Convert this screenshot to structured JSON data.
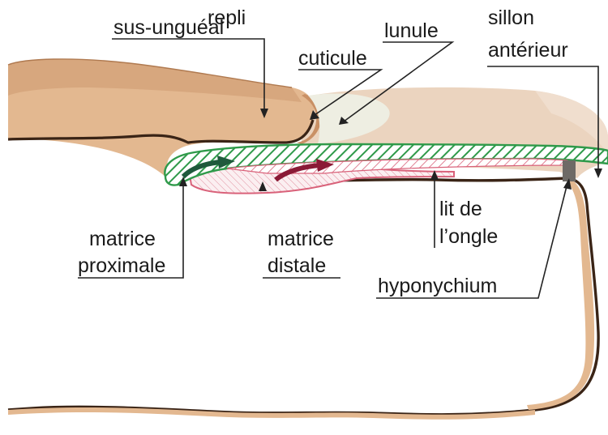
{
  "labels": {
    "repli_line1": "repli",
    "repli_line2": "sus-unguéal",
    "lunule": "lunule",
    "cuticule": "cuticule",
    "sillon_line1": "sillon",
    "sillon_line2": "antérieur",
    "matrice_proximale_line1": "matrice",
    "matrice_proximale_line2": "proximale",
    "matrice_distale_line1": "matrice",
    "matrice_distale_line2": "distale",
    "lit_line1": "lit de",
    "lit_line2": "l’ongle",
    "hyponychium": "hyponychium"
  },
  "colors": {
    "skin": "#e3b890",
    "skin_dark": "#c9966a",
    "outline": "#3a2416",
    "nail_bed_shadow": "#d8b79c",
    "lunula": "#eeeee2",
    "nail_plate_green": "#2f9a4a",
    "matrix_pink": "#d9627a",
    "matrix_arrow_green": "#1f5a3c",
    "matrix_arrow_red": "#8a1a36",
    "hyponychium_grey": "#6e6a66"
  }
}
